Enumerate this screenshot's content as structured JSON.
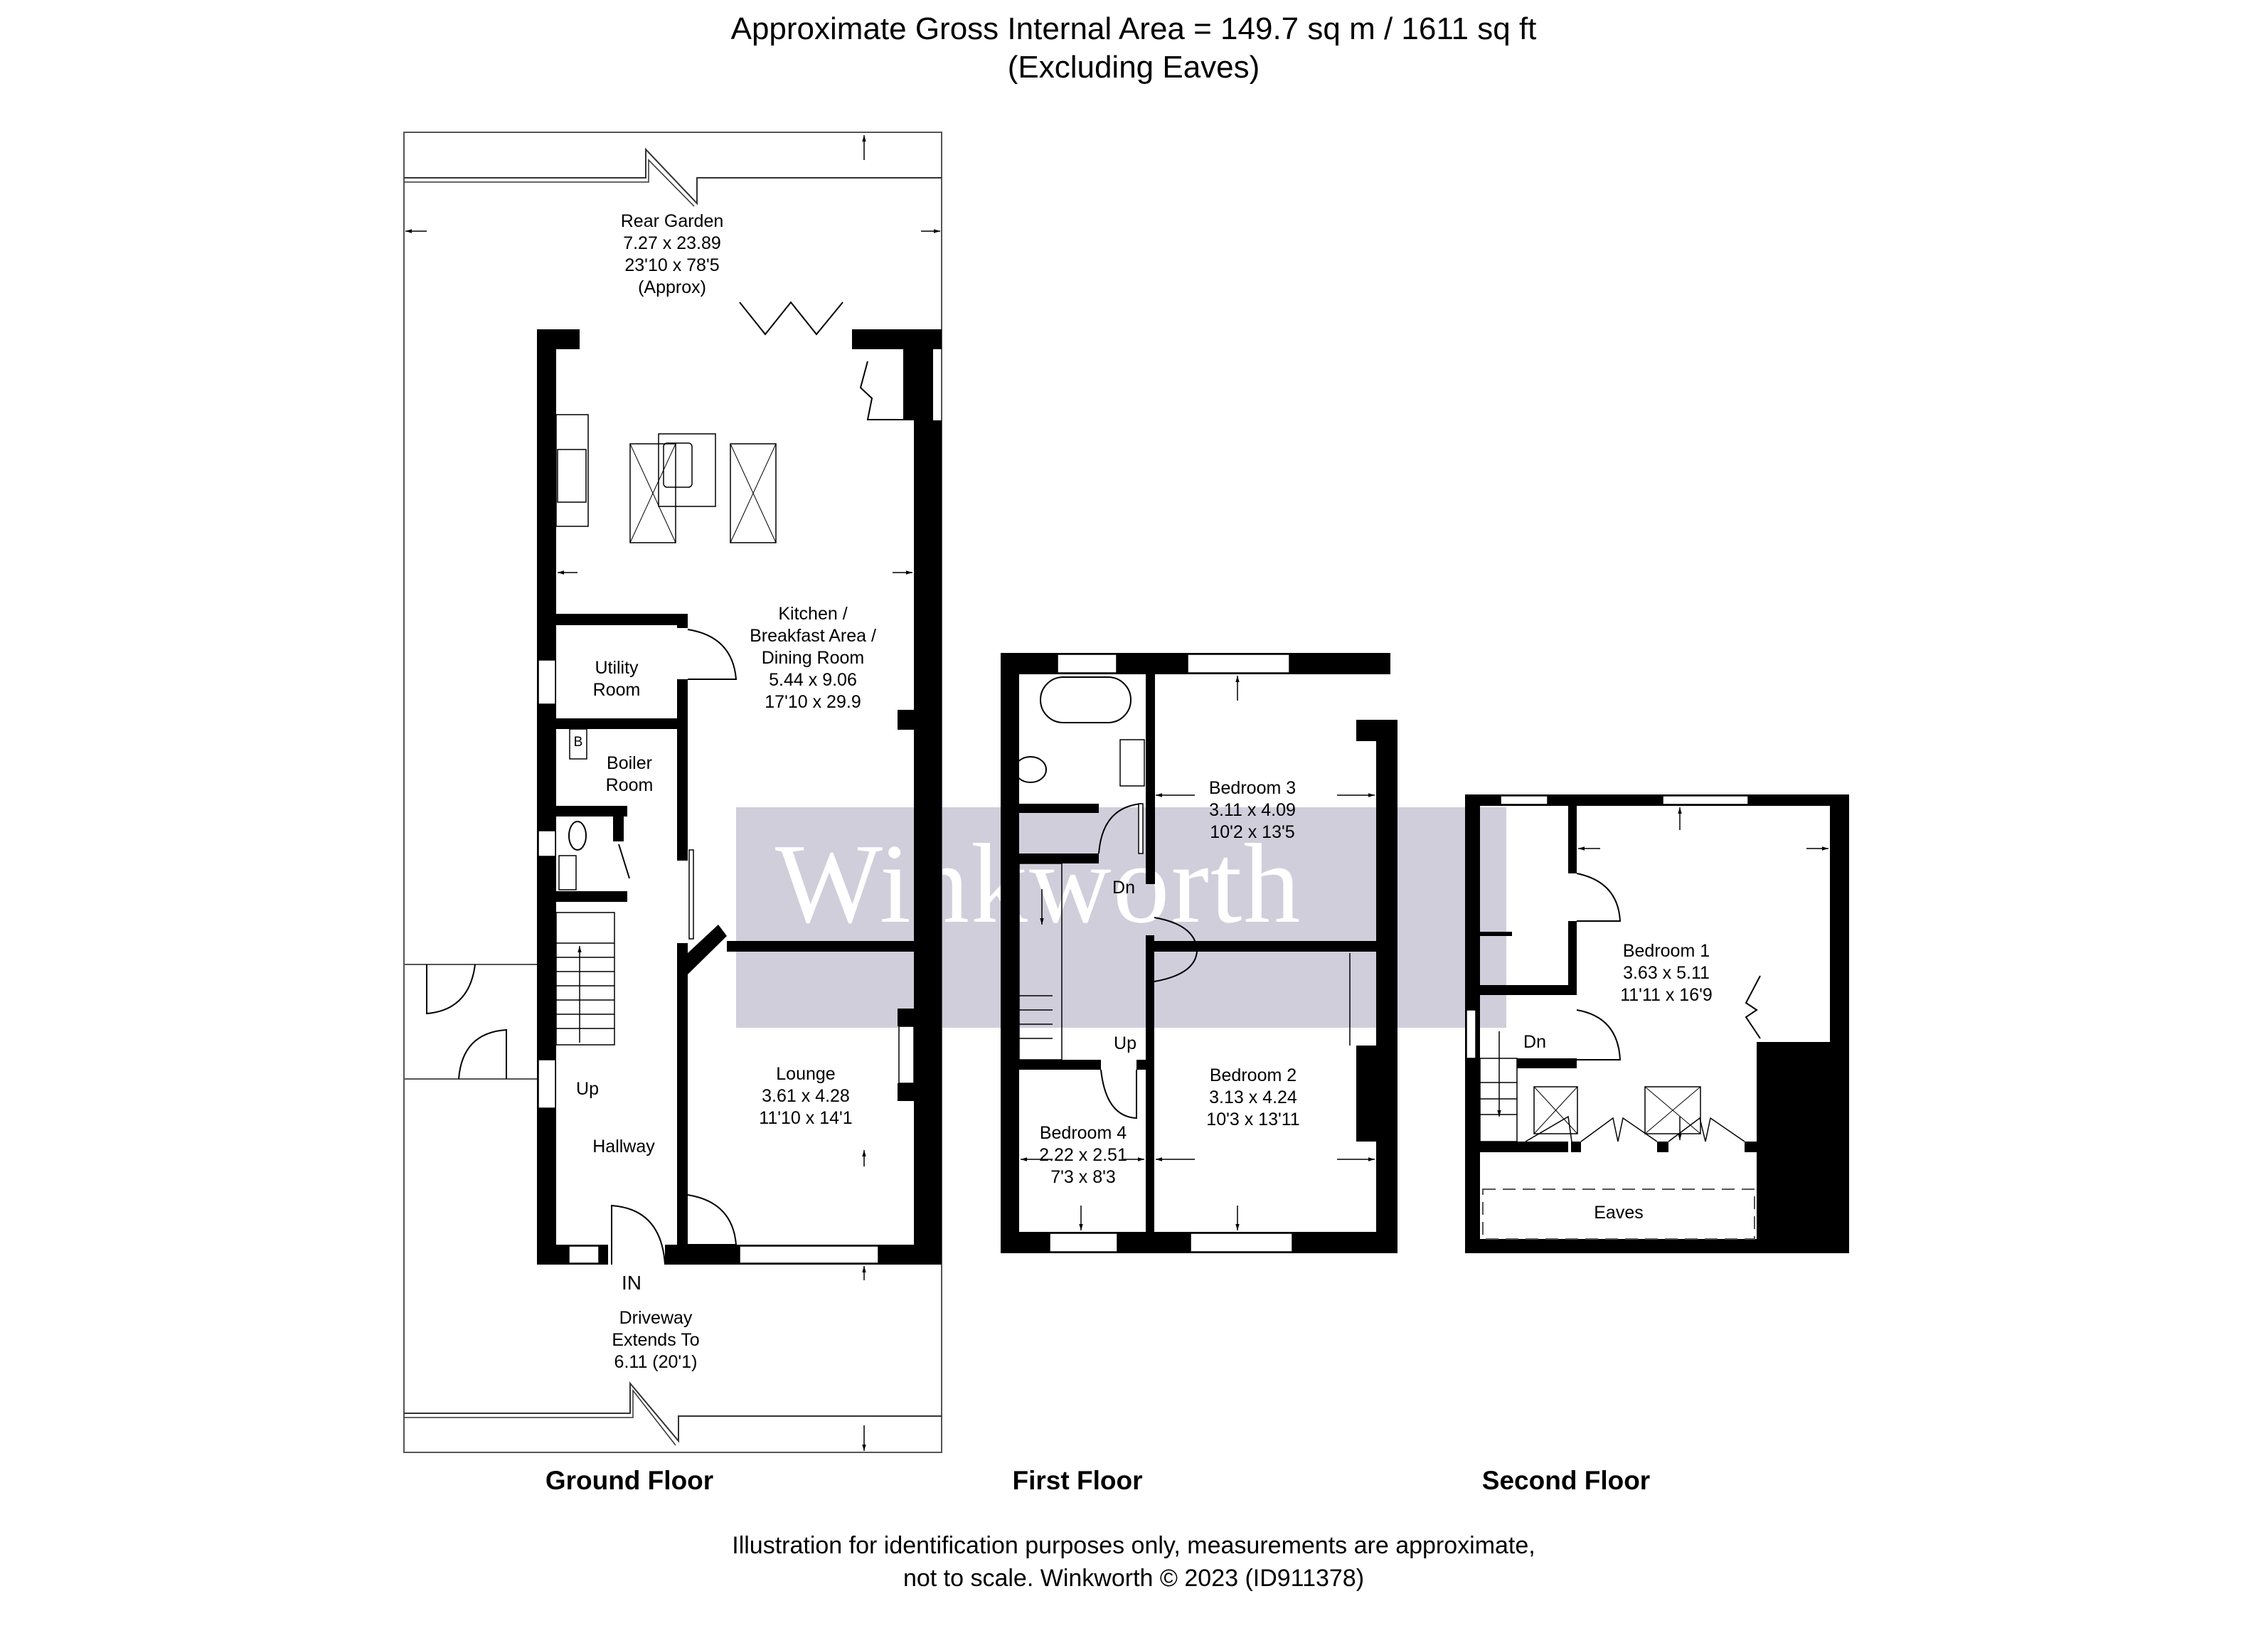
{
  "header": {
    "area_line": "Approximate Gross Internal Area = 149.7 sq m / 1611 sq ft",
    "excluding_line": "(Excluding Eaves)"
  },
  "watermark": {
    "text": "Winkworth",
    "box_color": "#cdcbd9"
  },
  "floors": {
    "ground": {
      "title": "Ground Floor",
      "rooms": {
        "rear_garden": {
          "name": "Rear Garden",
          "metric": "7.27 x 23.89",
          "imperial": "23'10 x 78'5",
          "note": "(Approx)"
        },
        "kitchen": {
          "name_1": "Kitchen /",
          "name_2": "Breakfast Area /",
          "name_3": "Dining Room",
          "metric": "5.44 x 9.06",
          "imperial": "17'10 x 29.9"
        },
        "utility": {
          "name_1": "Utility",
          "name_2": "Room"
        },
        "boiler": {
          "name_1": "Boiler",
          "name_2": "Room",
          "symbol": "B"
        },
        "lounge": {
          "name": "Lounge",
          "metric": "3.61 x 4.28",
          "imperial": "11'10 x 14'1"
        },
        "hallway": {
          "name": "Hallway"
        },
        "driveway": {
          "name_1": "Driveway",
          "name_2": "Extends To",
          "size": "6.11 (20'1)"
        }
      },
      "stairs_label": "Up",
      "entrance_label": "IN"
    },
    "first": {
      "title": "First Floor",
      "rooms": {
        "bedroom3": {
          "name": "Bedroom 3",
          "metric": "3.11 x 4.09",
          "imperial": "10'2 x 13'5"
        },
        "bedroom2": {
          "name": "Bedroom 2",
          "metric": "3.13 x 4.24",
          "imperial": "10'3 x 13'11"
        },
        "bedroom4": {
          "name": "Bedroom 4",
          "metric": "2.22 x 2.51",
          "imperial": "7'3 x 8'3"
        }
      },
      "stairs_down": "Dn",
      "stairs_up": "Up"
    },
    "second": {
      "title": "Second Floor",
      "rooms": {
        "bedroom1": {
          "name": "Bedroom 1",
          "metric": "3.63 x 5.11",
          "imperial": "11'11 x 16'9"
        },
        "eaves": {
          "name": "Eaves"
        }
      },
      "stairs_down": "Dn"
    }
  },
  "footer": {
    "line_1": "Illustration for identification purposes only, measurements are approximate,",
    "line_2": "not to scale. Winkworth © 2023 (ID911378)"
  },
  "colors": {
    "wall": "#000000",
    "background": "#ffffff",
    "watermark_box": "#cdcbd9",
    "watermark_text": "#ffffff"
  }
}
